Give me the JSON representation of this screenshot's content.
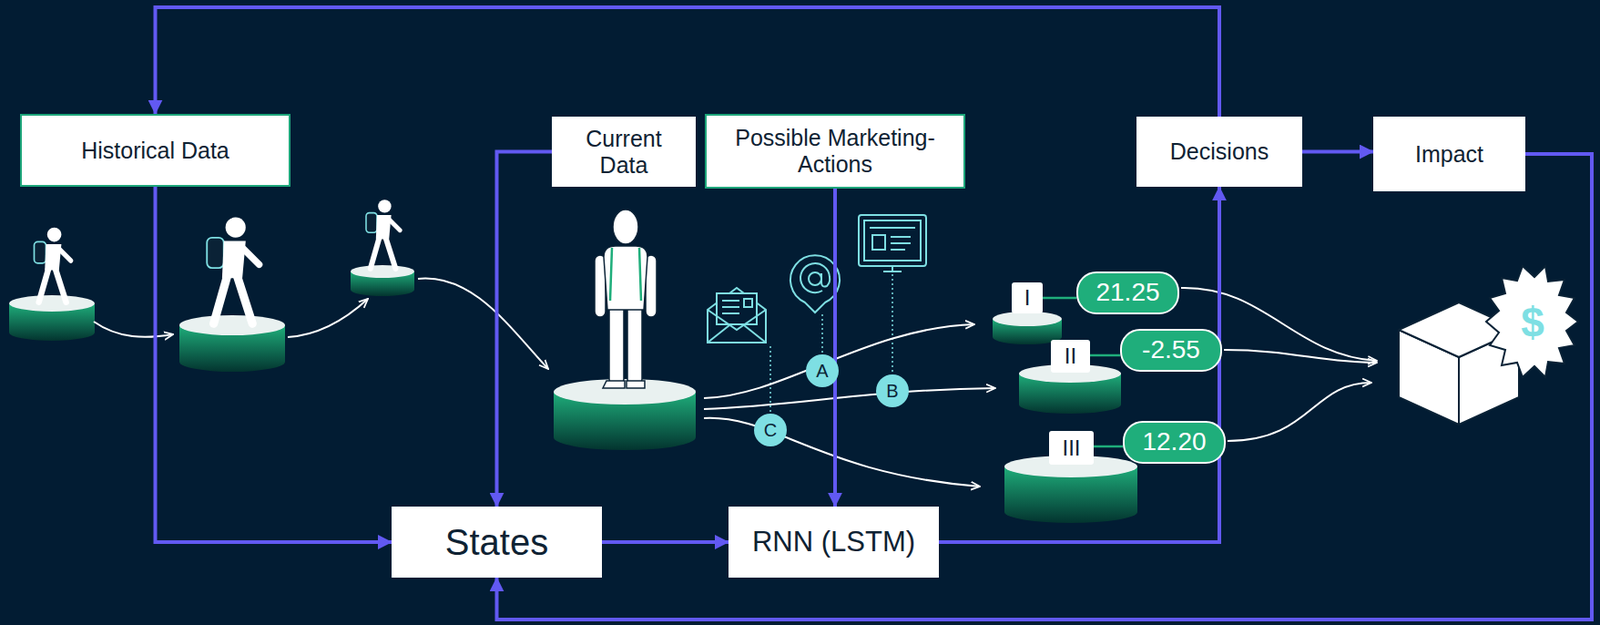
{
  "diagram": {
    "nodes": [
      {
        "text": [
          "Historical Data"
        ]
      },
      {
        "text": [
          "Current Data"
        ]
      },
      {
        "text": [
          "Possible Marketing-Actions"
        ]
      },
      {
        "text": [
          "Decisions"
        ]
      },
      {
        "text": [
          "Impact"
        ]
      },
      {
        "text": [
          "States"
        ]
      },
      {
        "text": [
          "RNN (LSTM)"
        ]
      },
      {
        "text": [
          "A"
        ]
      },
      {
        "text": [
          "B"
        ]
      },
      {
        "text": [
          "C"
        ]
      },
      {
        "text": [
          "I"
        ]
      },
      {
        "text": [
          "II"
        ]
      },
      {
        "text": [
          "III"
        ]
      },
      {
        "text": [
          "21.25"
        ]
      },
      {
        "text": [
          "-2.55"
        ]
      },
      {
        "text": [
          "12.20"
        ]
      }
    ],
    "edges": [
      {
        "from": 0,
        "to": 5,
        "arrow": "to"
      },
      {
        "from": 3,
        "to": 0,
        "arrow": "to"
      },
      {
        "from": 1,
        "to": 5,
        "arrow": "to"
      },
      {
        "from": 2,
        "to": 6,
        "arrow": "to"
      },
      {
        "from": 5,
        "to": 6,
        "arrow": "to"
      },
      {
        "from": 6,
        "to": 3,
        "arrow": "to"
      },
      {
        "from": 3,
        "to": 4,
        "arrow": "to"
      },
      {
        "from": 4,
        "to": 5,
        "arrow": "to"
      }
    ],
    "labels": [
      "$"
    ]
  }
}
